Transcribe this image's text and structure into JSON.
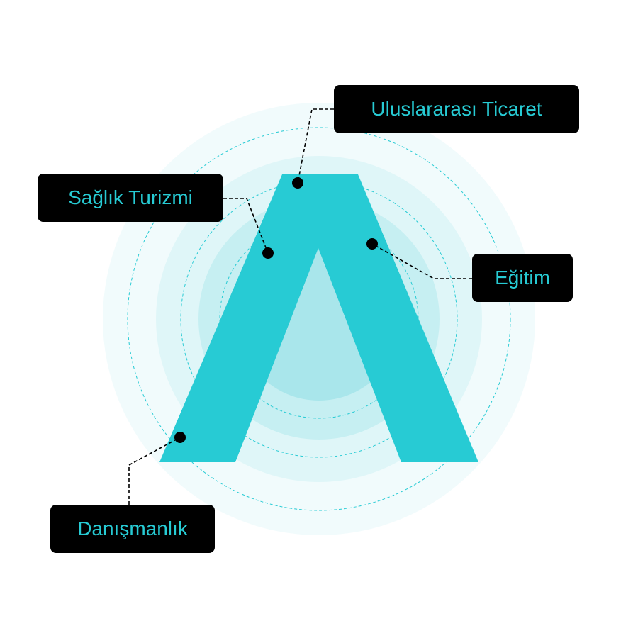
{
  "colors": {
    "accent": "#27cbd4",
    "label_background": "#000000",
    "label_text": "#27cbd4",
    "ring_outer": "#f1fbfc",
    "ring_mid": "#dff6f8",
    "ring_inner": "#c6eff2",
    "ring_core": "#a9e6eb",
    "connector": "#000000"
  },
  "logo": {
    "icon": "letter-a-logo"
  },
  "labels": [
    {
      "id": "ticaret",
      "text": "Uluslararası Ticaret"
    },
    {
      "id": "saglik",
      "text": "Sağlık Turizmi"
    },
    {
      "id": "egitim",
      "text": "Eğitim"
    },
    {
      "id": "danismanlik",
      "text": "Danışmanlık"
    }
  ]
}
